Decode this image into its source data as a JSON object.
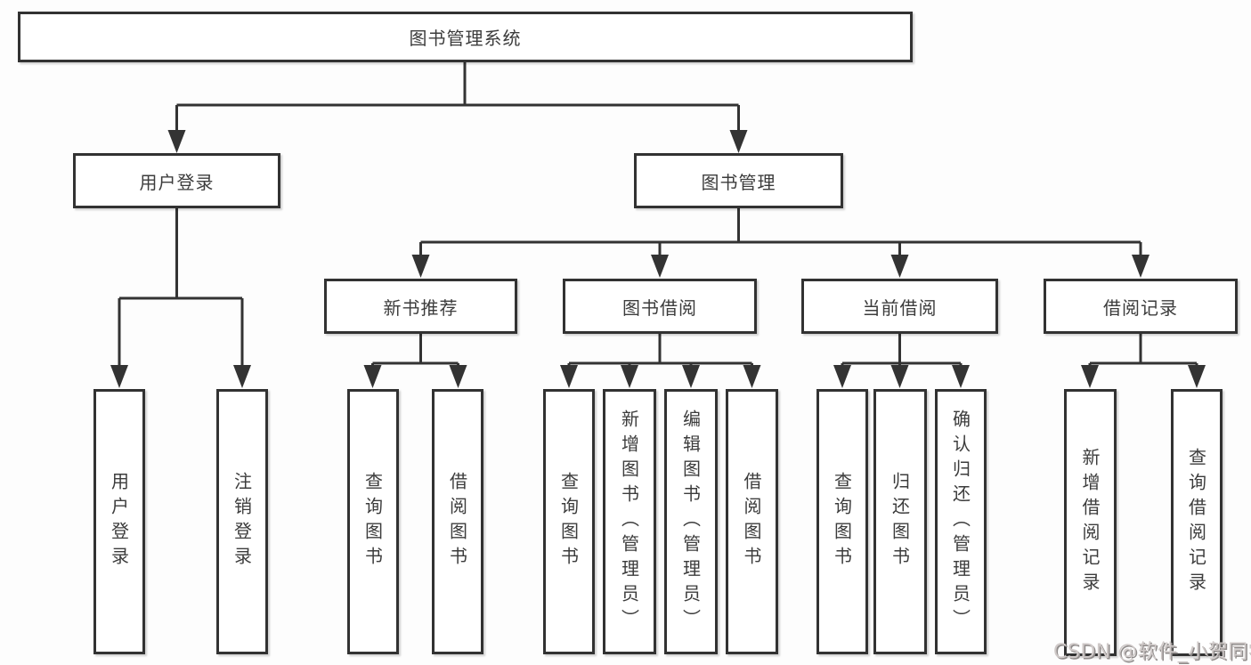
{
  "colors": {
    "line": "#333333",
    "box_border": "#323232",
    "text": "#3c3c3c",
    "watermark_gray": "#9c9898",
    "background": "#fdfdfd"
  },
  "watermark": "CSDN @软件_小贺同学",
  "diagram": {
    "root": {
      "label": "图书管理系统"
    },
    "branches": [
      {
        "label": "用户登录",
        "children": [
          {
            "label": "用户登录"
          },
          {
            "label": "注销登录"
          }
        ]
      },
      {
        "label": "图书管理",
        "children": [
          {
            "label": "新书推荐",
            "children": [
              {
                "label": "查询图书"
              },
              {
                "label": "借阅图书"
              }
            ]
          },
          {
            "label": "图书借阅",
            "children": [
              {
                "label": "查询图书"
              },
              {
                "label": "新增图书（管理员）"
              },
              {
                "label": "编辑图书（管理员）"
              },
              {
                "label": "借阅图书"
              }
            ]
          },
          {
            "label": "当前借阅",
            "children": [
              {
                "label": "查询图书"
              },
              {
                "label": "归还图书"
              },
              {
                "label": "确认归还（管理员）"
              }
            ]
          },
          {
            "label": "借阅记录",
            "children": [
              {
                "label": "新增借阅记录"
              },
              {
                "label": "查询借阅记录"
              }
            ]
          }
        ]
      }
    ]
  }
}
